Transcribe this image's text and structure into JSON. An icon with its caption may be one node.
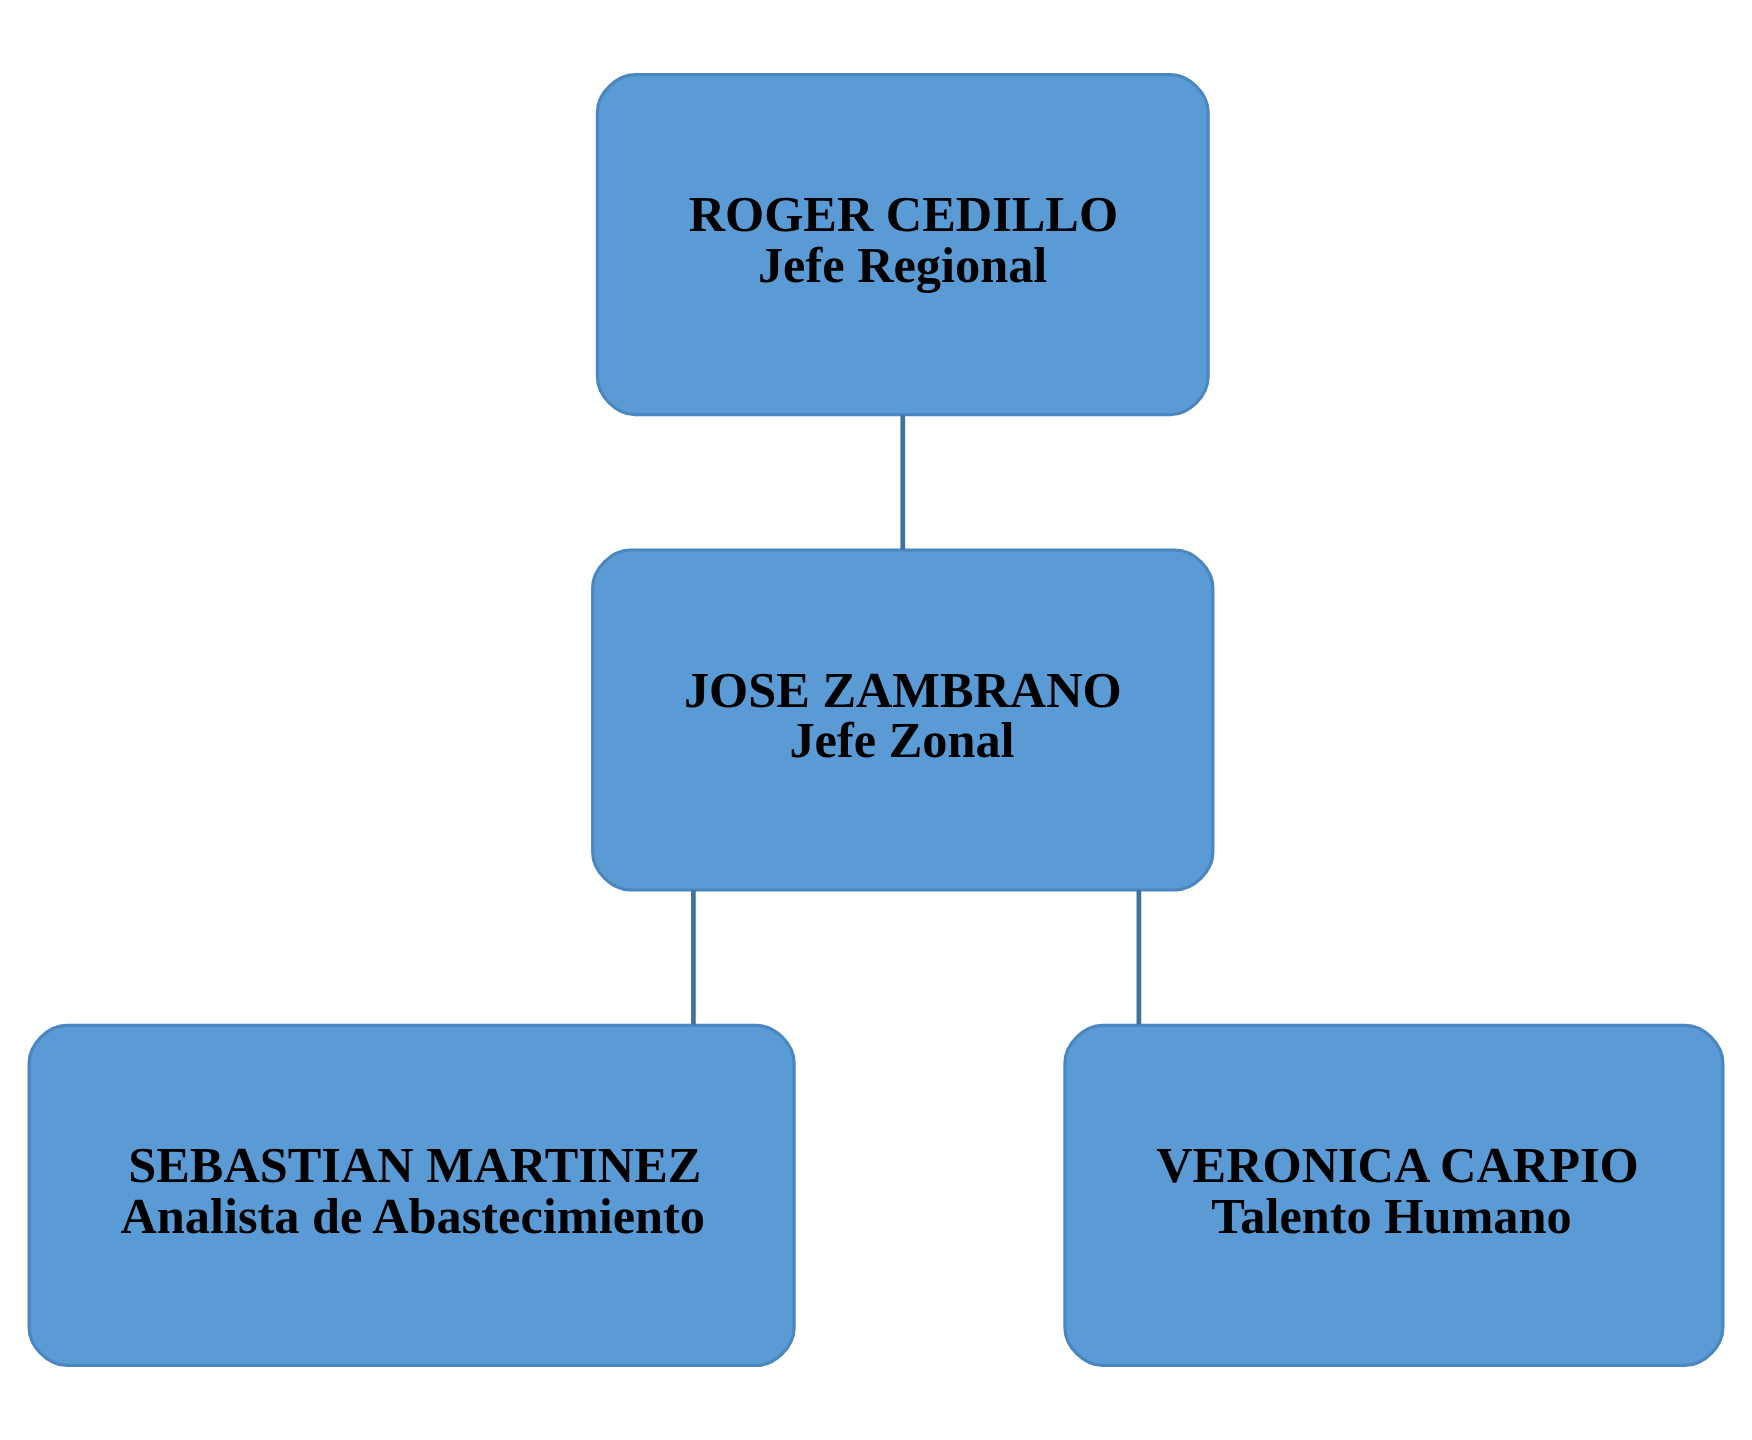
{
  "diagram": {
    "nodes": [
      {
        "text": [
          "ROGER CEDILLO",
          "Jefe Regional"
        ]
      },
      {
        "text": [
          "JOSE ZAMBRANO",
          "Jefe Zonal"
        ]
      },
      {
        "text": [
          "SEBASTIAN MARTINEZ",
          "Analista de Abastecimiento"
        ]
      },
      {
        "text": [
          "VERONICA CARPIO",
          "Talento Humano"
        ]
      }
    ],
    "edges": [
      {
        "from": 0,
        "to": 1,
        "arrow": "none"
      },
      {
        "from": 1,
        "to": 2,
        "arrow": "none"
      },
      {
        "from": 1,
        "to": 3,
        "arrow": "none"
      }
    ]
  }
}
